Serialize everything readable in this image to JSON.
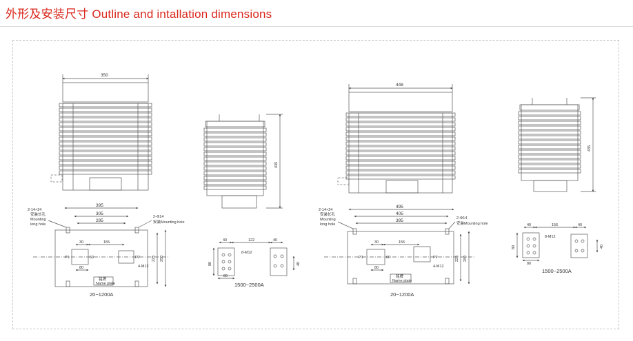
{
  "header": {
    "title": "外形及安装尺寸 Outline and intallation dimensions"
  },
  "colors": {
    "title": "#d9271c",
    "line": "#555555",
    "frame": "#c8c8c8"
  },
  "views": {
    "a": {
      "width_top": "350",
      "base_w1": "395",
      "base_w2": "305",
      "base_w3": "295",
      "holes_label_cn": "2-14×24",
      "holes_label_cn2": "安装长孔",
      "holes_label_en1": "Mounting",
      "holes_label_en2": "long hole",
      "hole_right_label": "2-Φ14",
      "hole_right_label2": "安装Mounting hole",
      "dim_30": "30",
      "dim_155": "155",
      "dim_80": "80",
      "dim_60": "60",
      "p1": "P1",
      "p2": "P2",
      "bolt": "4-M12",
      "dim_225": "225",
      "dim_250": "250",
      "nameplate_cn": "铭牌",
      "nameplate_en": "Name plate",
      "range": "20~1200A"
    },
    "b": {
      "height": "435",
      "d40a": "40",
      "d122": "122",
      "d40b": "40",
      "bolt": "8-M12",
      "d80v": "80",
      "d80h": "80",
      "d40v": "40",
      "range": "1500~2500A"
    },
    "c": {
      "width_top": "448",
      "base_w1": "495",
      "base_w2": "405",
      "base_w3": "395",
      "holes_label_cn": "2-14×24",
      "holes_label_cn2": "安装长孔",
      "holes_label_en1": "Mounting",
      "holes_label_en2": "long hole",
      "hole_right_label": "2-Φ14",
      "hole_right_label2": "安装Mounting hole",
      "dim_30": "30",
      "dim_155": "155",
      "dim_80": "80",
      "dim_60": "60",
      "p1": "P1",
      "p2": "P2",
      "bolt": "4-M12",
      "dim_225": "225",
      "dim_250": "250",
      "nameplate_cn": "铭牌",
      "nameplate_en": "Name plate",
      "range": "20~1200A"
    },
    "d": {
      "height": "435",
      "d40a": "40",
      "d156": "156",
      "d40b": "40",
      "bolt": "8-M12",
      "d80v": "80",
      "d80h": "80",
      "d40v": "40",
      "range": "1500~2500A"
    }
  }
}
